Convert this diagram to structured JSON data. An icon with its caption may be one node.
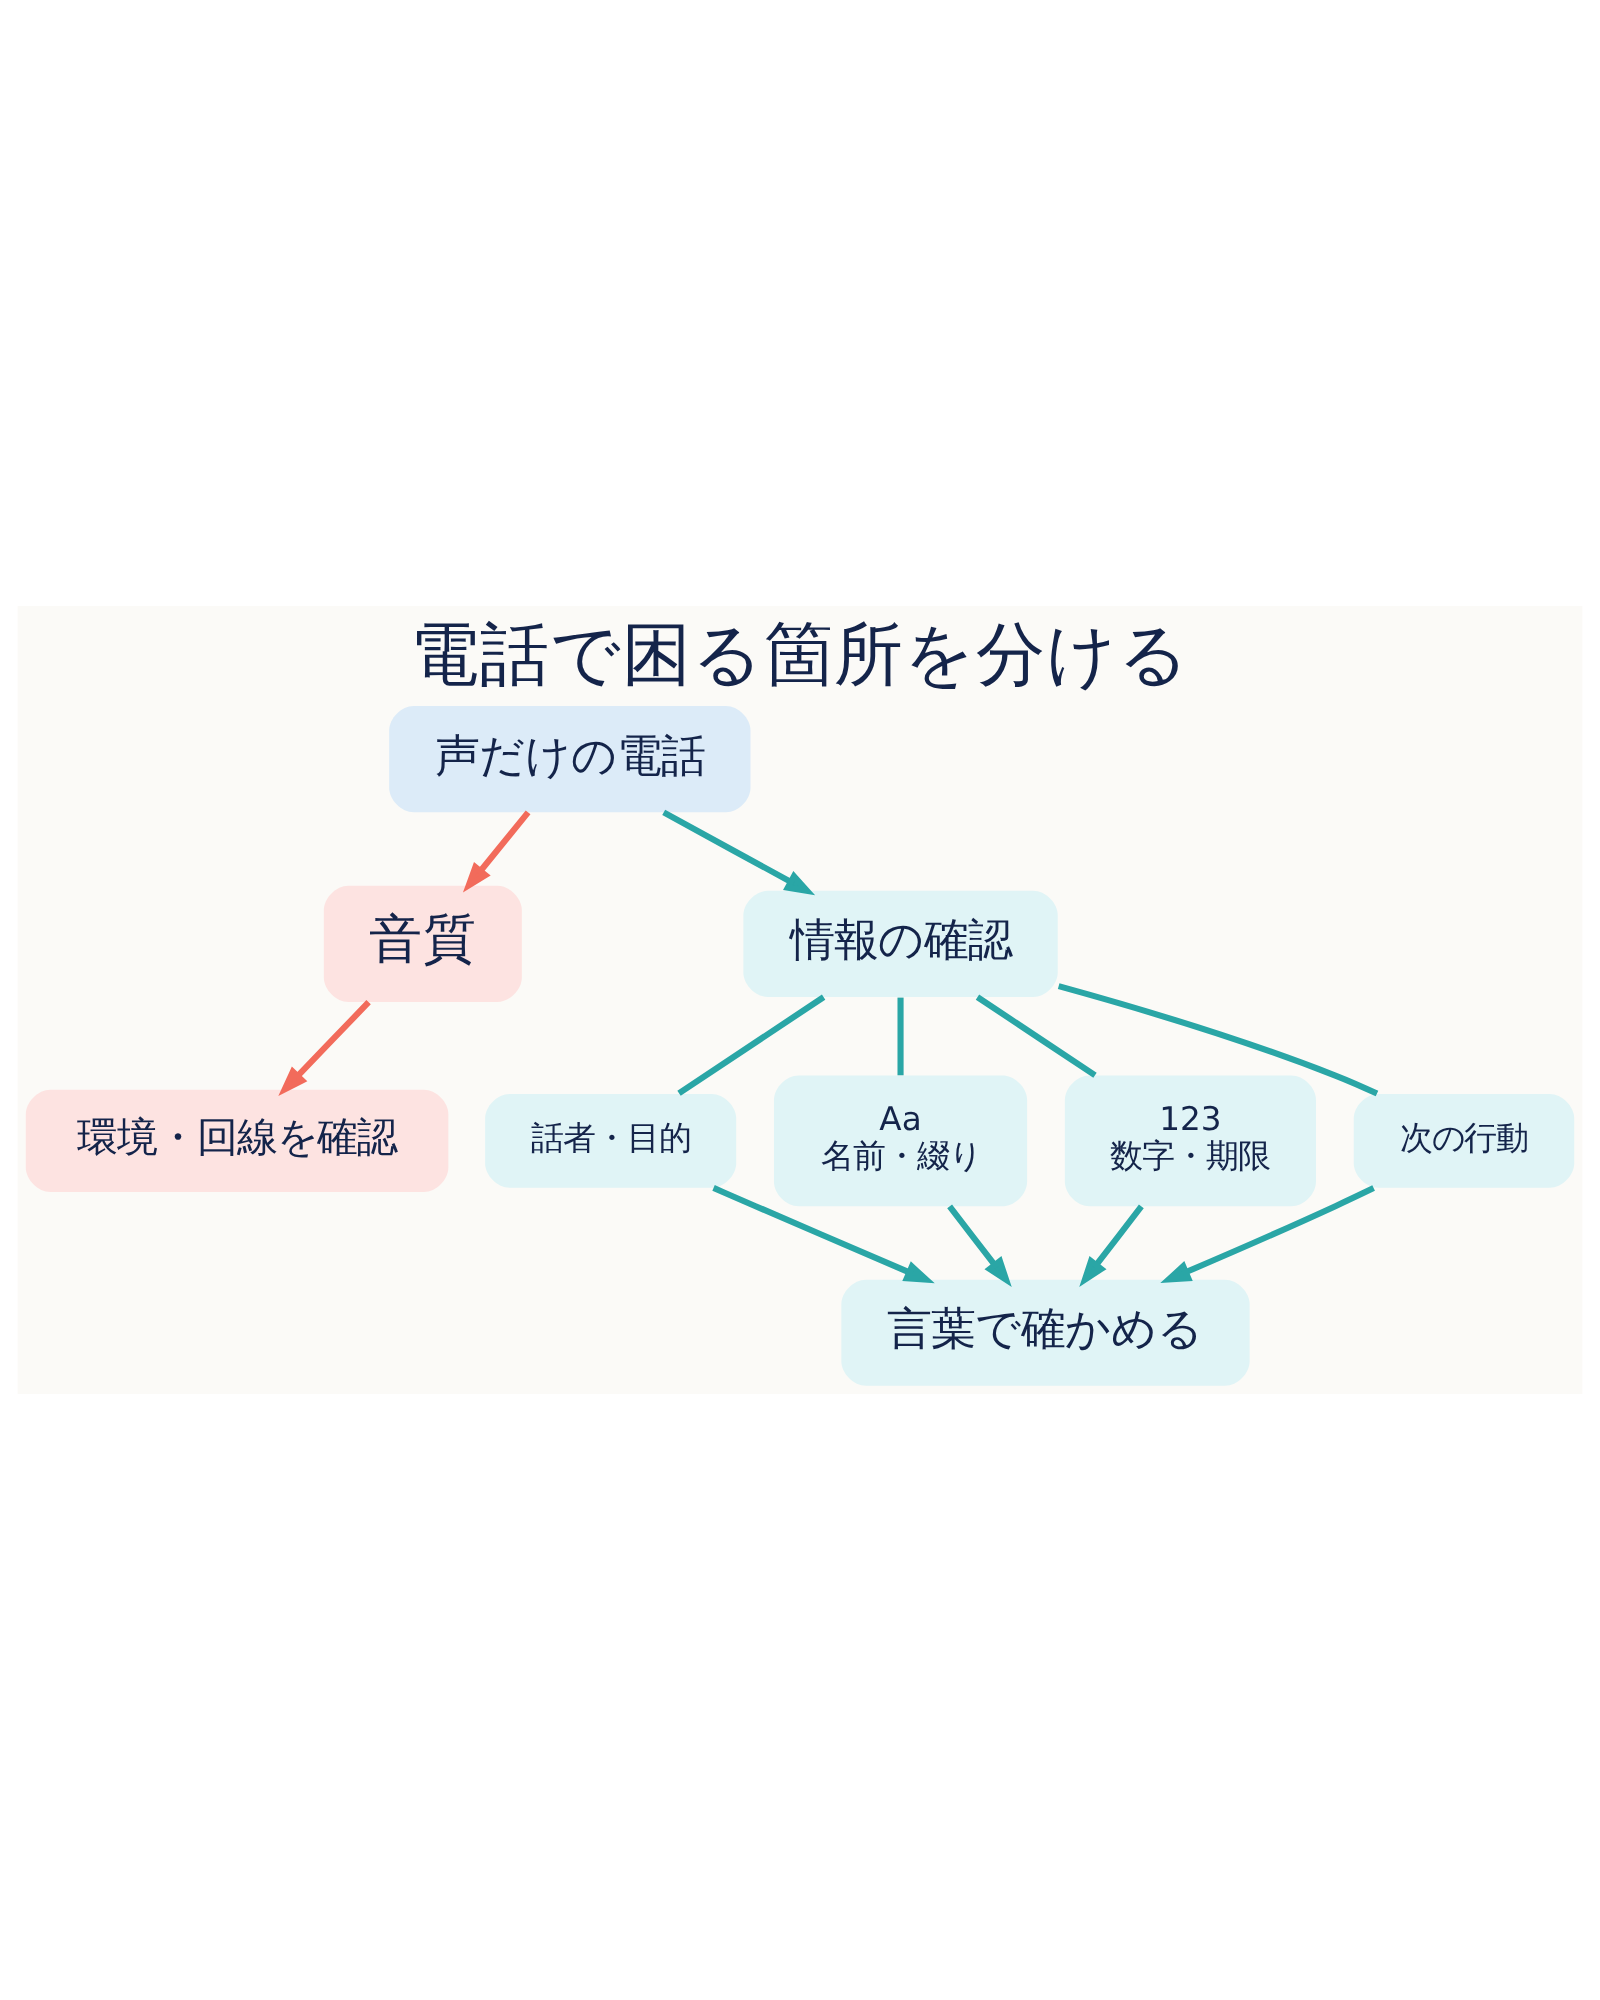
{
  "diagram": {
    "title": "電話で困る箇所を分ける",
    "nodes": [
      {
        "text": [
          "声だけの電話"
        ]
      },
      {
        "text": [
          "音質"
        ]
      },
      {
        "text": [
          "環境・回線を確認"
        ]
      },
      {
        "text": [
          "情報の確認"
        ]
      },
      {
        "text": [
          "話者・目的"
        ]
      },
      {
        "text": [
          "Aa",
          "名前・綴り"
        ]
      },
      {
        "text": [
          "123",
          "数字・期限"
        ]
      },
      {
        "text": [
          "次の行動"
        ]
      },
      {
        "text": [
          "言葉で確かめる"
        ]
      }
    ],
    "edges": [
      {
        "from": 0,
        "to": 1,
        "arrow": "to",
        "color": "#f26b5b"
      },
      {
        "from": 0,
        "to": 3,
        "arrow": "to"
      },
      {
        "from": 1,
        "to": 2,
        "arrow": "to",
        "color": "#f26b5b"
      },
      {
        "from": 3,
        "to": 4,
        "arrow": "none"
      },
      {
        "from": 3,
        "to": 5,
        "arrow": "none"
      },
      {
        "from": 3,
        "to": 6,
        "arrow": "none"
      },
      {
        "from": 3,
        "to": 7,
        "arrow": "none"
      },
      {
        "from": 4,
        "to": 8,
        "arrow": "to"
      },
      {
        "from": 5,
        "to": 8,
        "arrow": "to"
      },
      {
        "from": 6,
        "to": 8,
        "arrow": "to"
      },
      {
        "from": 7,
        "to": 8,
        "arrow": "to"
      }
    ]
  }
}
